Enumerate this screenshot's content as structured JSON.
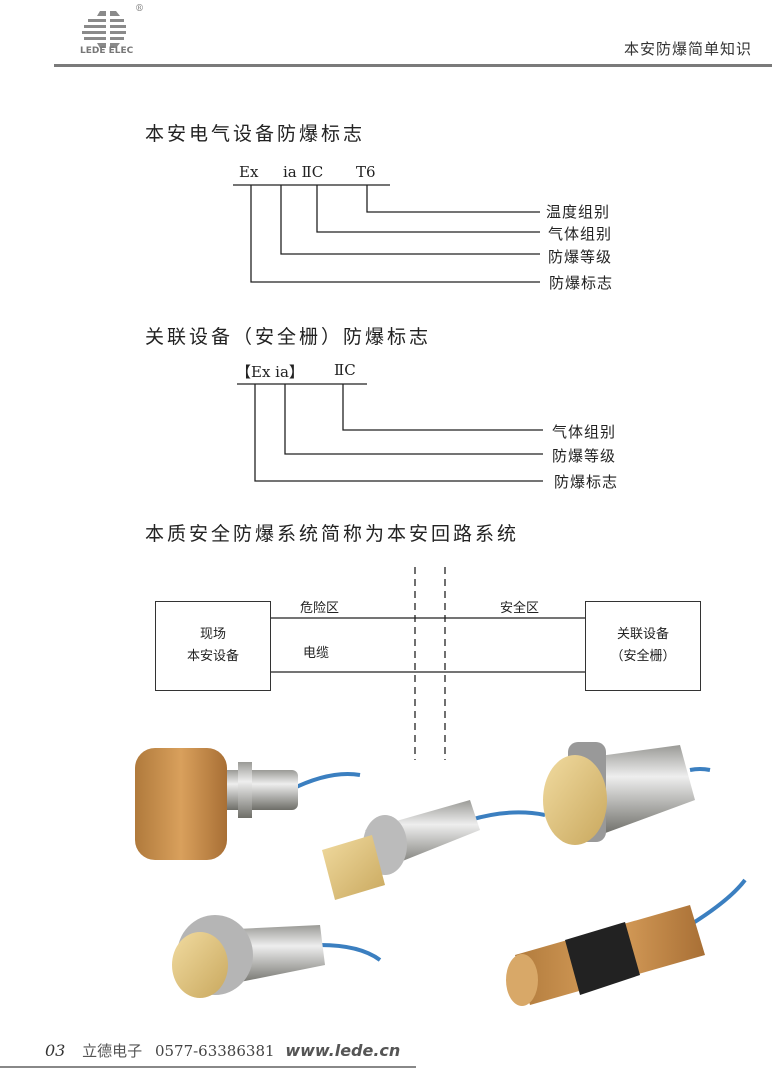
{
  "header": {
    "logo_text": "LEDE ELEC",
    "registered": "®",
    "title": "本安防爆简单知识"
  },
  "section1": {
    "heading": "本安电气设备防爆标志",
    "code": {
      "ex": "Ex",
      "ia_iic": "ia ⅡC",
      "t6": "T6"
    },
    "labels": [
      "温度组别",
      "气体组别",
      "防爆等级",
      "防爆标志"
    ]
  },
  "section2": {
    "heading": "关联设备（安全栅）防爆标志",
    "code": {
      "ex_ia": "【Ex ia】",
      "iic": "ⅡC"
    },
    "labels": [
      "气体组别",
      "防爆等级",
      "防爆标志"
    ]
  },
  "section3": {
    "heading": "本质安全防爆系统简称为本安回路系统",
    "left_box": [
      "现场",
      "本安设备"
    ],
    "right_box": [
      "关联设备",
      "（安全栅）"
    ],
    "hazard_zone": "危险区",
    "safe_zone": "安全区",
    "cable": "电缆"
  },
  "footer": {
    "page": "03",
    "company": "立德电子",
    "phone": "0577-63386381",
    "website": "www.lede.cn"
  }
}
